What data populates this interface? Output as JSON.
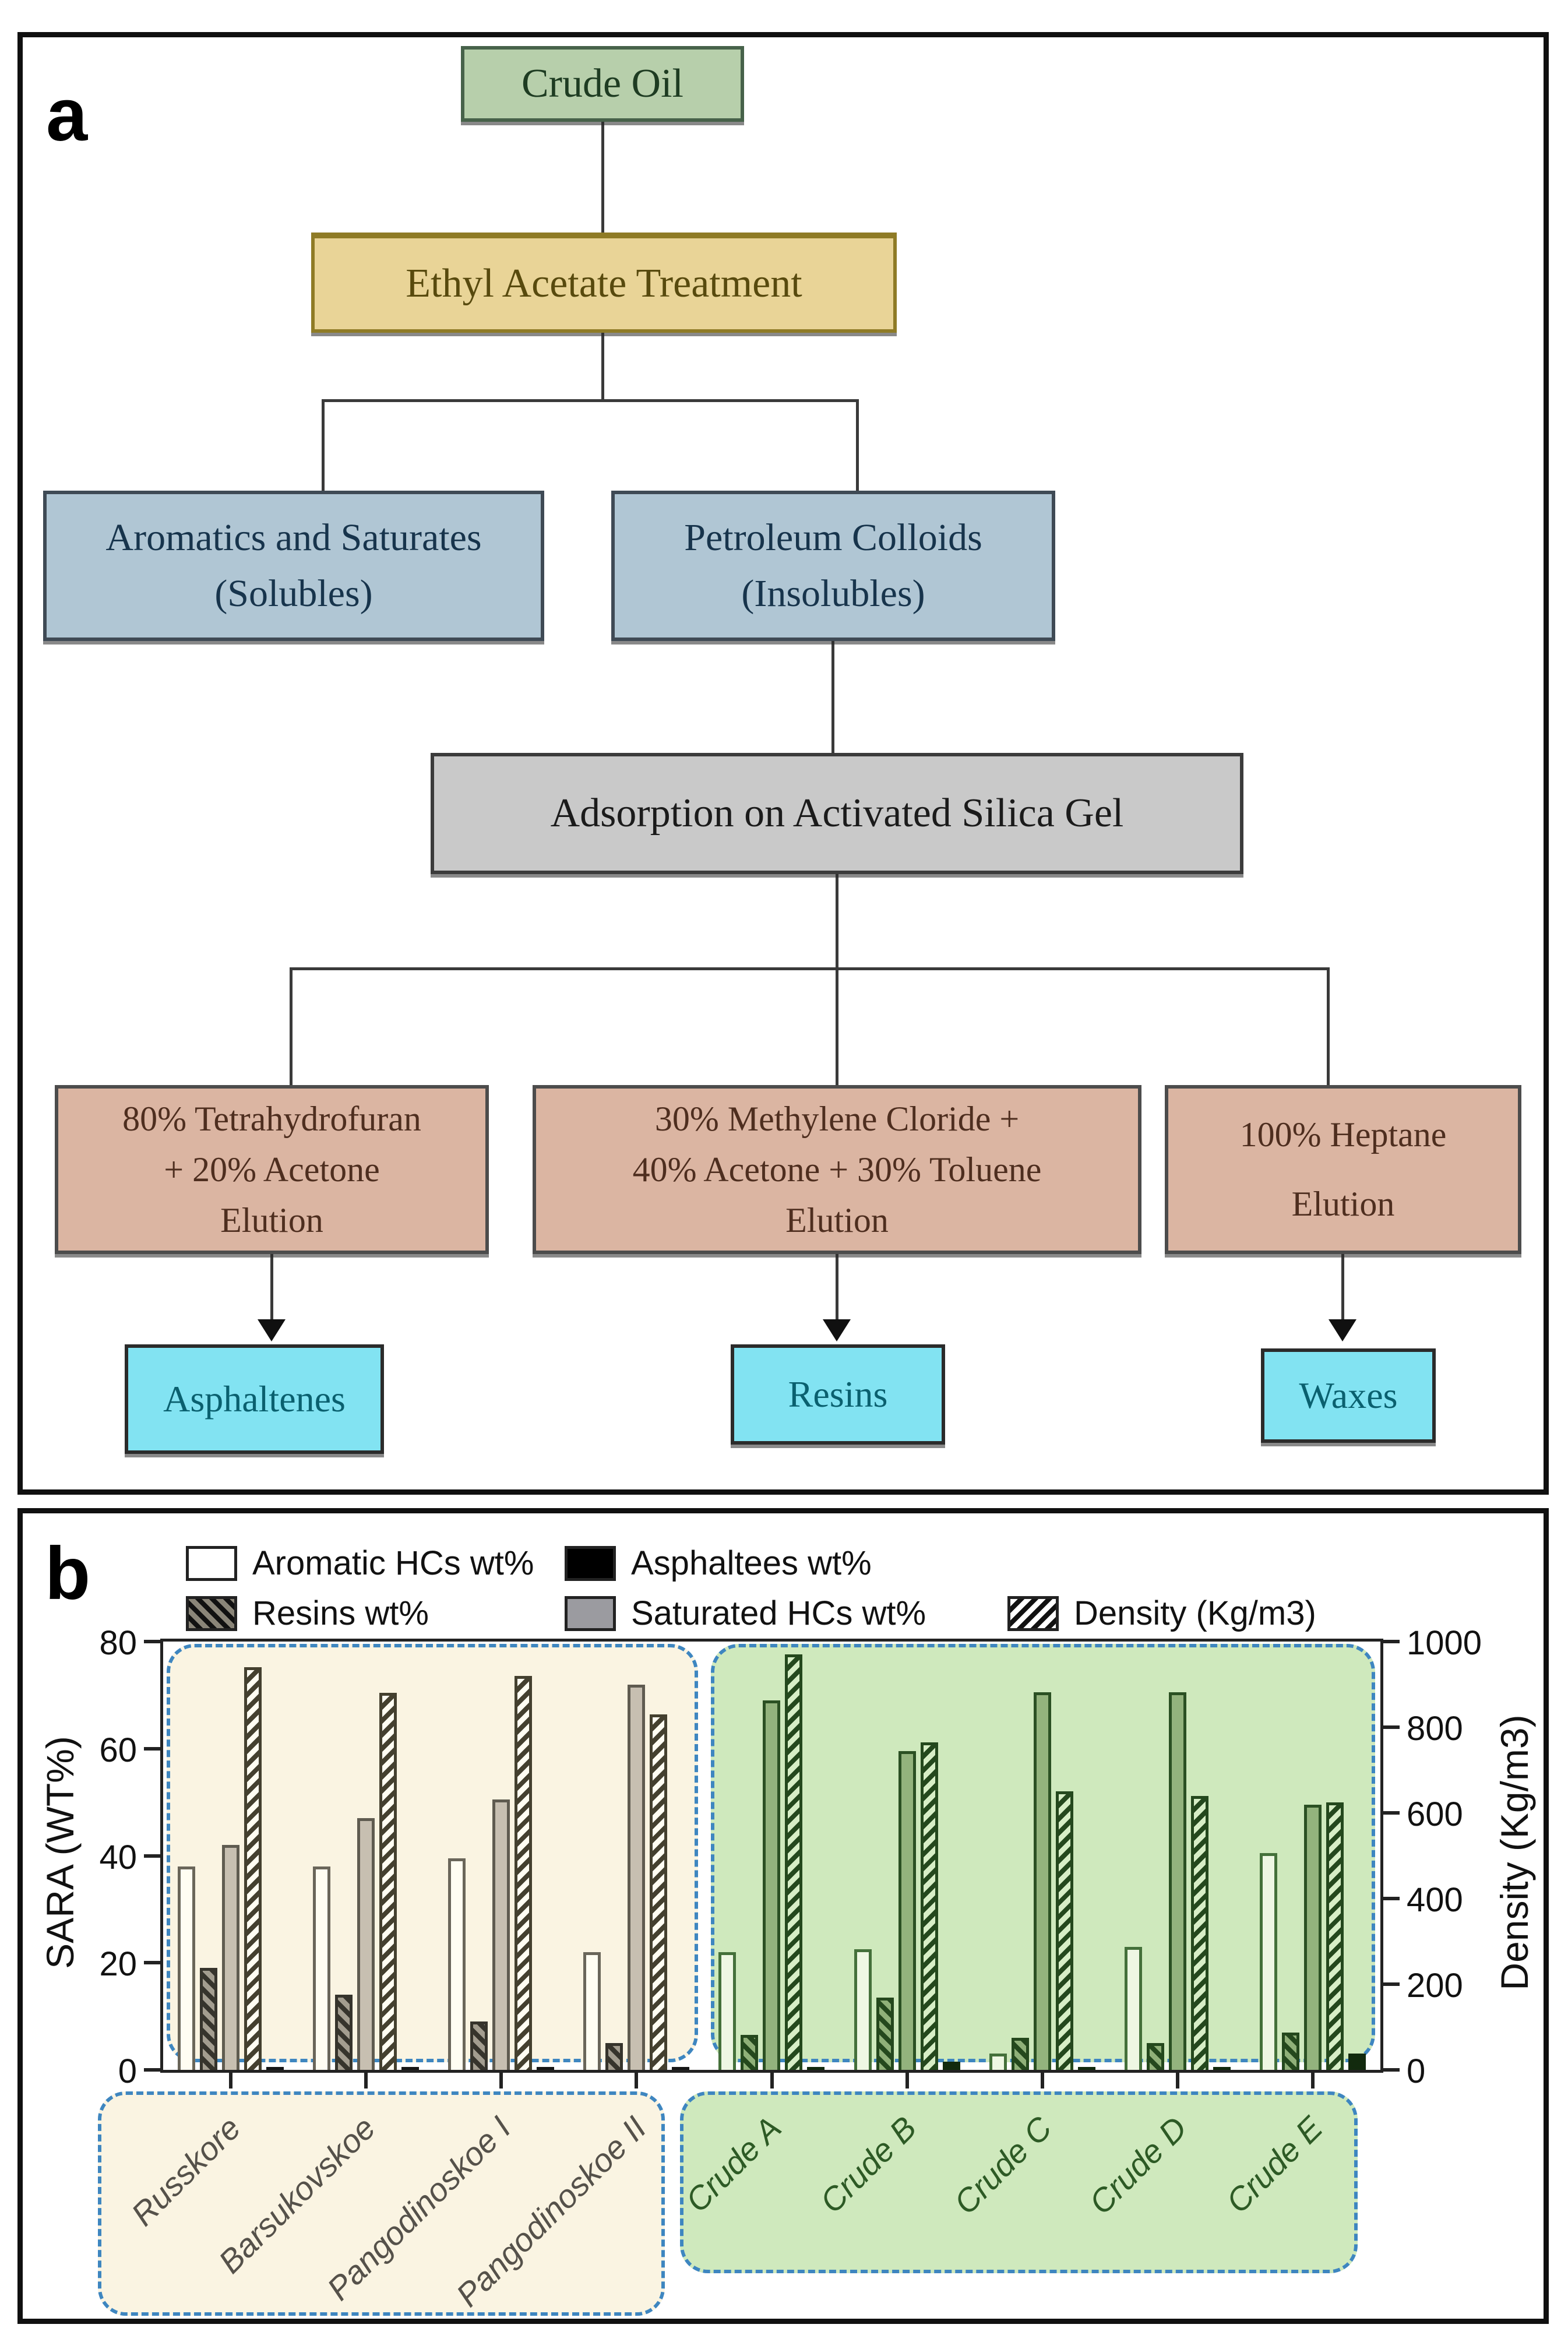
{
  "page": {
    "panel_a_label": "a",
    "panel_b_label": "b"
  },
  "flowchart": {
    "crude_oil": "Crude Oil",
    "ethyl_acetate": "Ethyl Acetate Treatment",
    "aromatics": [
      "Aromatics and Saturates",
      "(Solubles)"
    ],
    "colloids": [
      "Petroleum Colloids",
      "(Insolubles)"
    ],
    "adsorption": "Adsorption on Activated Silica Gel",
    "elution1": [
      "80% Tetrahydrofuran",
      "+  20% Acetone",
      "Elution"
    ],
    "elution2": [
      "30% Methylene Cloride +",
      "40% Acetone + 30% Toluene",
      "Elution"
    ],
    "elution3": [
      "100% Heptane",
      "Elution"
    ],
    "asphaltenes": "Asphaltenes",
    "resins": "Resins",
    "waxes": "Waxes"
  },
  "chart_data": {
    "type": "bar",
    "title": "",
    "categories": [
      "Russkore",
      "Barsukovskoe",
      "Pangodinoskoe I",
      "Pangodinoskoe II",
      "Crude A",
      "Crude B",
      "Crude C",
      "Crude D",
      "Crude E"
    ],
    "category_groups": [
      {
        "name": "russian-fields",
        "color_class": "yellow",
        "indices": [
          0,
          1,
          2,
          3
        ]
      },
      {
        "name": "crude-samples",
        "color_class": "green",
        "indices": [
          4,
          5,
          6,
          7,
          8
        ]
      }
    ],
    "left_axis": {
      "label": "SARA (WT%)",
      "ticks": [
        80,
        60,
        40,
        20,
        0
      ],
      "max": 80
    },
    "right_axis": {
      "label": "Density (Kg/m3)",
      "ticks": [
        1000,
        800,
        600,
        400,
        200,
        0
      ],
      "max": 1000
    },
    "legend": [
      {
        "label": "Aromatic HCs wt%",
        "fill": "#ffffff",
        "border": "#222222",
        "stripe": null,
        "hatch": null
      },
      {
        "label": "Asphaltees wt%",
        "fill": "#000000",
        "border": "#222222",
        "stripe": null,
        "hatch": null
      },
      {
        "label": "Resins wt%",
        "fill": "#8a8578",
        "border": "#222222",
        "stripe": "#111111",
        "hatch": "fwd"
      },
      {
        "label": "Saturated HCs wt%",
        "fill": "#9b9ba0",
        "border": "#222222",
        "stripe": null,
        "hatch": null
      },
      {
        "label": "Density (Kg/m3)",
        "fill": "#ffffff",
        "border": "#222222",
        "stripe": "#111111",
        "hatch": "back"
      }
    ],
    "series": [
      {
        "key": "aromatic",
        "name": "Aromatic HCs wt%",
        "axis": "left",
        "values": [
          38,
          38,
          39.5,
          22,
          22,
          22.5,
          3,
          23,
          40.5
        ],
        "style": {
          "yellow": {
            "fill": "#fffdf2",
            "border": "#6a665a",
            "stripe": null,
            "hatch": null
          },
          "green": {
            "fill": "#eef7e3",
            "border": "#44703a",
            "stripe": null,
            "hatch": null
          }
        }
      },
      {
        "key": "resins",
        "name": "Resins wt%",
        "axis": "left",
        "values": [
          19,
          14,
          9,
          5,
          6.5,
          13.5,
          6,
          5,
          7
        ],
        "style": {
          "yellow": {
            "fill": "#a39d8f",
            "border": "#36342c",
            "stripe": "#36342c",
            "hatch": "fwd"
          },
          "green": {
            "fill": "#8fb078",
            "border": "#24481d",
            "stripe": "#24481d",
            "hatch": "fwd"
          }
        }
      },
      {
        "key": "saturated",
        "name": "Saturated HCs wt%",
        "axis": "left",
        "values": [
          42,
          47,
          50.5,
          72,
          69,
          59.5,
          70.5,
          70.5,
          49.5
        ],
        "style": {
          "yellow": {
            "fill": "#c7bfb1",
            "border": "#5f5b50",
            "stripe": null,
            "hatch": null
          },
          "green": {
            "fill": "#93b37d",
            "border": "#2b5023",
            "stripe": null,
            "hatch": null
          }
        }
      },
      {
        "key": "density",
        "name": "Density (Kg/m3)",
        "axis": "right",
        "values": [
          940,
          880,
          920,
          830,
          970,
          765,
          650,
          640,
          625
        ],
        "style": {
          "yellow": {
            "fill": "#fffdf2",
            "border": "#44402f",
            "stripe": "#44402f",
            "hatch": "back"
          },
          "green": {
            "fill": "#d7eec6",
            "border": "#24481d",
            "stripe": "#24481d",
            "hatch": "back"
          }
        }
      },
      {
        "key": "asphaltenes",
        "name": "Asphaltees wt%",
        "axis": "left",
        "values": [
          0.5,
          0.5,
          0.4,
          0.4,
          0.4,
          1.5,
          0.3,
          0.3,
          3
        ],
        "style": {
          "yellow": {
            "fill": "#161616",
            "border": "#161616",
            "stripe": null,
            "hatch": null
          },
          "green": {
            "fill": "#122a0e",
            "border": "#122a0e",
            "stripe": null,
            "hatch": null
          }
        }
      }
    ]
  },
  "css_vars": {
    "co-bg": "#b7cfab",
    "co-border": "#47624a",
    "co-text": "#1e3c22",
    "et-bg": "#e9d497",
    "et-border": "#8f7b26",
    "et-text": "#584a0e",
    "bl-bg": "#b0c6d4",
    "bl-border": "#3f4a55",
    "bl-text": "#17344c",
    "gy-bg": "#c9c9c9",
    "gy-border": "#3b3b3b",
    "gy-text": "#1b1b1b",
    "pk-bg": "#dbb5a2",
    "pk-border": "#4c4c4c",
    "pk-text": "#4e2e1f",
    "cy-bg": "#82e3f2",
    "cy-border": "#2b2b2b",
    "cy-text": "#0a606f",
    "dash": "#3e86c0",
    "ybg": "#faf4e2",
    "gbg": "#cfe9bd",
    "ycat": "#55514a",
    "gcat": "#2d5a25"
  }
}
